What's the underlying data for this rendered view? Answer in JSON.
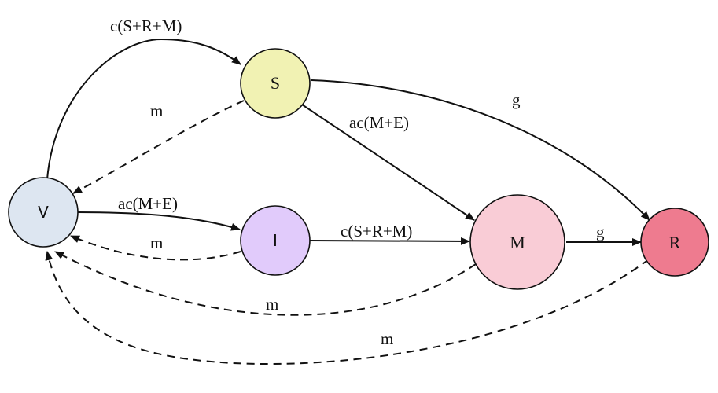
{
  "nodes": {
    "V": {
      "label": "V",
      "color": "#dde6f1"
    },
    "S": {
      "label": "S",
      "color": "#f1f2b3"
    },
    "I": {
      "label": "I",
      "color": "#e1cbfb"
    },
    "M": {
      "label": "M",
      "color": "#f9ccd6"
    },
    "R": {
      "label": "R",
      "color": "#ee7b8f"
    }
  },
  "edges": {
    "v_to_s": {
      "from": "V",
      "to": "S",
      "label": "c(S+R+M)",
      "style": "solid"
    },
    "s_to_v": {
      "from": "S",
      "to": "V",
      "label": "m",
      "style": "dashed"
    },
    "s_to_m": {
      "from": "S",
      "to": "M",
      "label": "ac(M+E)",
      "style": "solid"
    },
    "s_to_r": {
      "from": "S",
      "to": "R",
      "label": "g",
      "style": "solid"
    },
    "v_to_i": {
      "from": "V",
      "to": "I",
      "label": "ac(M+E)",
      "style": "solid"
    },
    "i_to_v": {
      "from": "I",
      "to": "V",
      "label": "m",
      "style": "dashed"
    },
    "i_to_m": {
      "from": "I",
      "to": "M",
      "label": "c(S+R+M)",
      "style": "solid"
    },
    "m_to_r": {
      "from": "M",
      "to": "R",
      "label": "g",
      "style": "solid"
    },
    "m_to_v": {
      "from": "M",
      "to": "V",
      "label": "m",
      "style": "dashed"
    },
    "r_to_v": {
      "from": "R",
      "to": "V",
      "label": "m",
      "style": "dashed"
    }
  }
}
